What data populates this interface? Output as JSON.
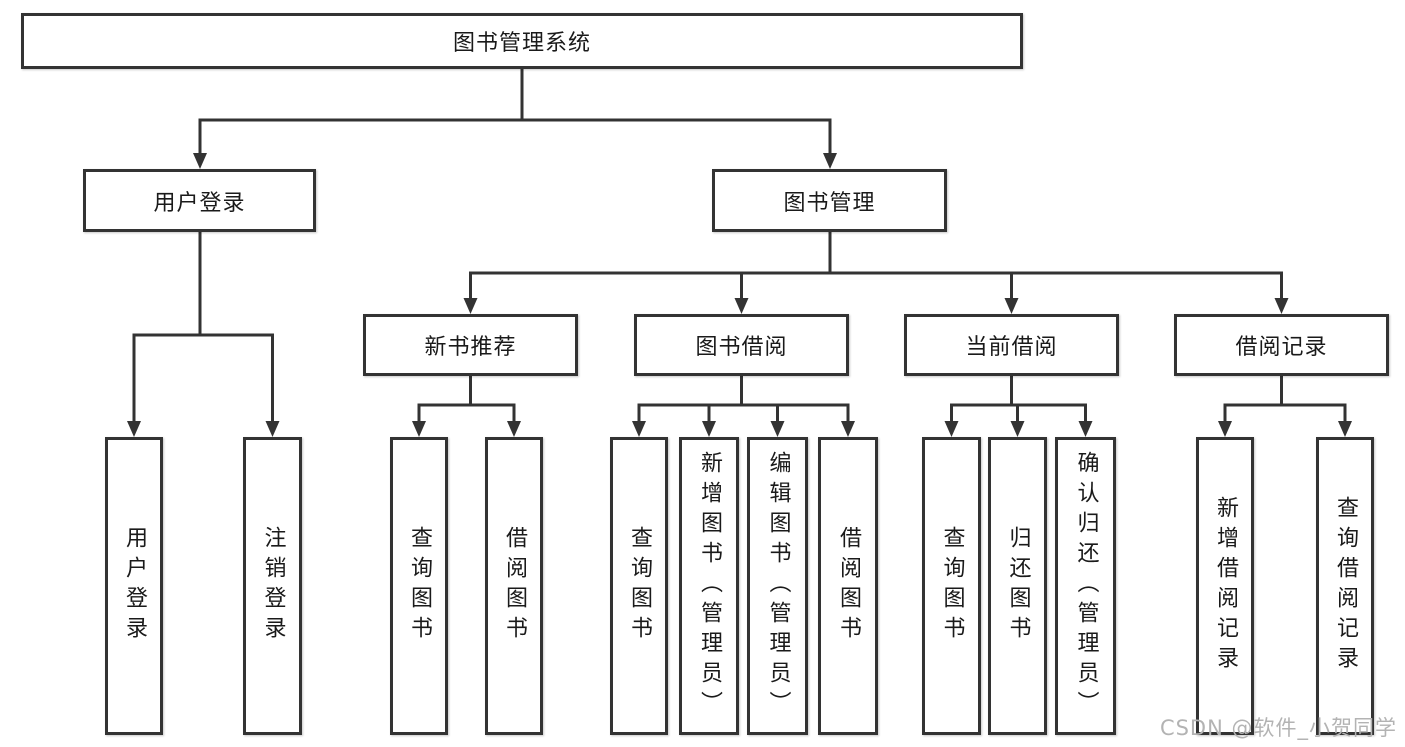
{
  "diagram": {
    "root": {
      "label": "图书管理系统",
      "children": [
        {
          "label": "用户登录",
          "children": [
            {
              "label": "用户登录"
            },
            {
              "label": "注销登录"
            }
          ]
        },
        {
          "label": "图书管理",
          "children": [
            {
              "label": "新书推荐",
              "children": [
                {
                  "label": "查询图书"
                },
                {
                  "label": "借阅图书"
                }
              ]
            },
            {
              "label": "图书借阅",
              "children": [
                {
                  "label": "查询图书"
                },
                {
                  "label": "新增图书（管理员）"
                },
                {
                  "label": "编辑图书（管理员）"
                },
                {
                  "label": "借阅图书"
                }
              ]
            },
            {
              "label": "当前借阅",
              "children": [
                {
                  "label": "查询图书"
                },
                {
                  "label": "归还图书"
                },
                {
                  "label": "确认归还（管理员）"
                }
              ]
            },
            {
              "label": "借阅记录",
              "children": [
                {
                  "label": "新增借阅记录"
                },
                {
                  "label": "查询借阅记录"
                }
              ]
            }
          ]
        }
      ]
    }
  },
  "watermark": {
    "text": "CSDN @软件_小贺同学"
  },
  "colors": {
    "line": "#333333",
    "box_border": "#333333",
    "box_fill": "#ffffff",
    "background": "#ffffff",
    "text": "#1a1a1a",
    "watermark": "#b3b3b3"
  }
}
